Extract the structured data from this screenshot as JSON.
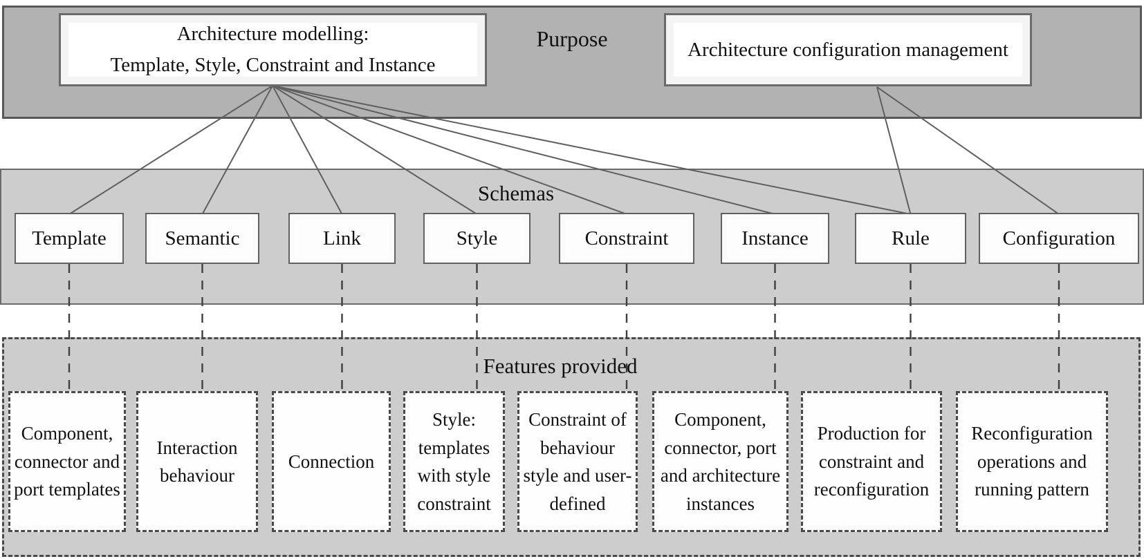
{
  "figure": {
    "title_hint": "Architecture schemas diagram",
    "colors": {
      "band_dark": "#b2b2b2",
      "band_light": "#cdcdcd",
      "box_fill": "#fdfdfd",
      "solid_line": "#5f5f5f",
      "dashed_line": "#3f3f3f",
      "text": "#111111"
    },
    "purpose_band": {
      "label": "Purpose",
      "modelling_box": {
        "line1": "Architecture modelling:",
        "line2": "Template, Style, Constraint and Instance"
      },
      "configuration_box": {
        "label": "Architecture configuration management"
      }
    },
    "schemas_band": {
      "label": "Schemas",
      "items": [
        {
          "label": "Template"
        },
        {
          "label": "Semantic"
        },
        {
          "label": "Link"
        },
        {
          "label": "Style"
        },
        {
          "label": "Constraint"
        },
        {
          "label": "Instance"
        },
        {
          "label": "Rule"
        },
        {
          "label": "Configuration"
        }
      ]
    },
    "features_band": {
      "label": "Features provided",
      "items": [
        {
          "label": "Component, connector and port templates"
        },
        {
          "label": "Interaction behaviour"
        },
        {
          "label": "Connection"
        },
        {
          "label": "Style: templates with style constraint"
        },
        {
          "label": "Constraint of behaviour style and user-defined"
        },
        {
          "label": "Component, connector, port and architecture instances"
        },
        {
          "label": "Production for constraint and reconfiguration"
        },
        {
          "label": "Reconfiguration operations and running pattern"
        }
      ]
    },
    "connections": {
      "modelling_to_schemas": [
        "Template",
        "Semantic",
        "Link",
        "Style",
        "Constraint",
        "Instance",
        "Rule"
      ],
      "configuration_to_schemas": [
        "Rule",
        "Configuration"
      ],
      "schema_to_feature_pairs": [
        [
          "Template",
          "Component, connector and port templates"
        ],
        [
          "Semantic",
          "Interaction behaviour"
        ],
        [
          "Link",
          "Connection"
        ],
        [
          "Style",
          "Style: templates with style constraint"
        ],
        [
          "Constraint",
          "Constraint of behaviour style and user-defined"
        ],
        [
          "Instance",
          "Component, connector, port and architecture instances"
        ],
        [
          "Rule",
          "Production for constraint and reconfiguration"
        ],
        [
          "Configuration",
          "Reconfiguration operations and running pattern"
        ]
      ]
    }
  }
}
